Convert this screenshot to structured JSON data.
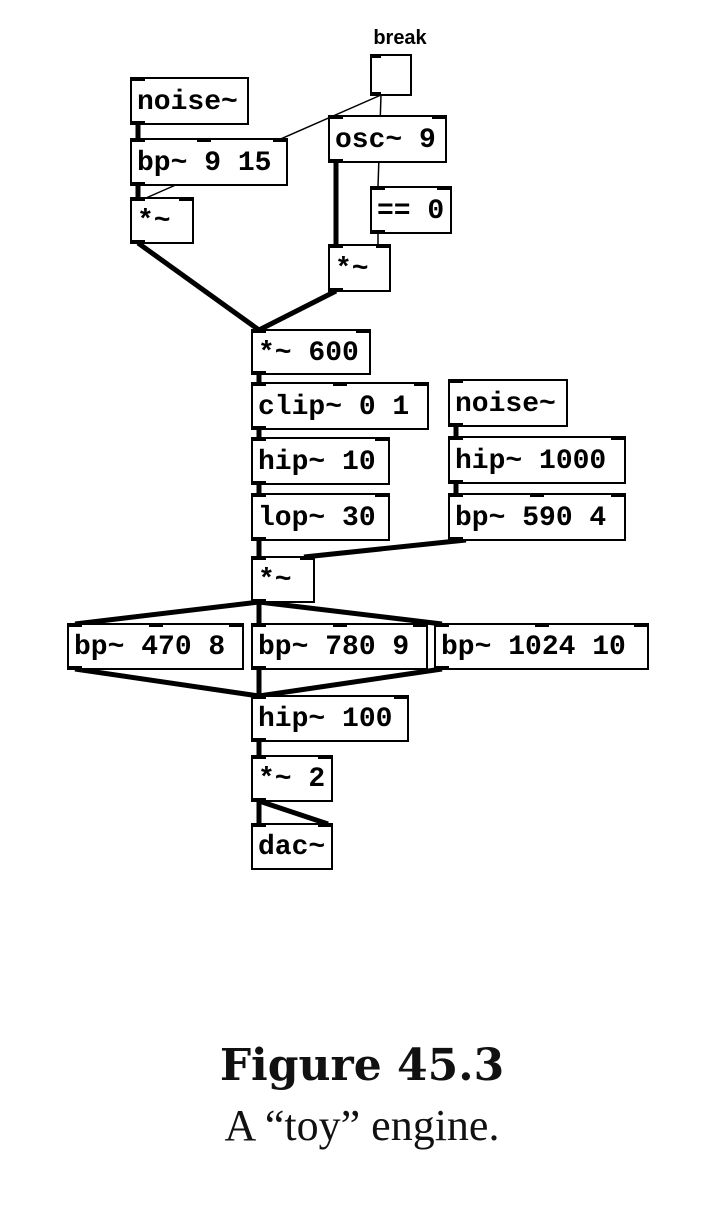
{
  "diagram": {
    "bang": {
      "label": "break"
    },
    "objects": [
      {
        "id": "noise1",
        "text": "noise~"
      },
      {
        "id": "bp1",
        "text": "bp~ 9 15"
      },
      {
        "id": "mul1",
        "text": "*~"
      },
      {
        "id": "osc",
        "text": "osc~ 9"
      },
      {
        "id": "eq0",
        "text": "== 0"
      },
      {
        "id": "mul2",
        "text": "*~"
      },
      {
        "id": "mul600",
        "text": "*~ 600"
      },
      {
        "id": "clip",
        "text": "clip~ 0 1"
      },
      {
        "id": "hip10",
        "text": "hip~ 10"
      },
      {
        "id": "lop30",
        "text": "lop~ 30"
      },
      {
        "id": "noise2",
        "text": "noise~"
      },
      {
        "id": "hip1000",
        "text": "hip~ 1000"
      },
      {
        "id": "bp590",
        "text": "bp~ 590 4"
      },
      {
        "id": "mul3",
        "text": "*~"
      },
      {
        "id": "bp470",
        "text": "bp~ 470 8"
      },
      {
        "id": "bp780",
        "text": "bp~ 780 9"
      },
      {
        "id": "bp1024",
        "text": "bp~ 1024 10"
      },
      {
        "id": "hip100",
        "text": "hip~ 100"
      },
      {
        "id": "mul2b",
        "text": "*~ 2"
      },
      {
        "id": "dac",
        "text": "dac~"
      }
    ],
    "connections": [
      {
        "from": "bang",
        "to": "mul1",
        "kind": "control"
      },
      {
        "from": "bang",
        "to": "eq0",
        "kind": "control"
      },
      {
        "from": "eq0",
        "to": "mul2",
        "kind": "control"
      },
      {
        "from": "noise1",
        "to": "bp1",
        "kind": "signal"
      },
      {
        "from": "bp1",
        "to": "mul1",
        "kind": "signal"
      },
      {
        "from": "osc",
        "to": "mul2",
        "kind": "signal"
      },
      {
        "from": "mul1",
        "to": "mul600",
        "kind": "signal"
      },
      {
        "from": "mul2",
        "to": "mul600",
        "kind": "signal"
      },
      {
        "from": "mul600",
        "to": "clip",
        "kind": "signal"
      },
      {
        "from": "clip",
        "to": "hip10",
        "kind": "signal"
      },
      {
        "from": "hip10",
        "to": "lop30",
        "kind": "signal"
      },
      {
        "from": "lop30",
        "to": "mul3",
        "kind": "signal"
      },
      {
        "from": "noise2",
        "to": "hip1000",
        "kind": "signal"
      },
      {
        "from": "hip1000",
        "to": "bp590",
        "kind": "signal"
      },
      {
        "from": "bp590",
        "to": "mul3",
        "kind": "signal"
      },
      {
        "from": "mul3",
        "to": "bp470",
        "kind": "signal"
      },
      {
        "from": "mul3",
        "to": "bp780",
        "kind": "signal"
      },
      {
        "from": "mul3",
        "to": "bp1024",
        "kind": "signal"
      },
      {
        "from": "bp470",
        "to": "hip100",
        "kind": "signal"
      },
      {
        "from": "bp780",
        "to": "hip100",
        "kind": "signal"
      },
      {
        "from": "bp1024",
        "to": "hip100",
        "kind": "signal"
      },
      {
        "from": "hip100",
        "to": "mul2b",
        "kind": "signal"
      },
      {
        "from": "mul2b",
        "to": "dac",
        "kind": "signal"
      },
      {
        "from": "mul2b",
        "to": "dac",
        "kind": "signal"
      }
    ]
  },
  "figure": {
    "title": "Figure 45.3",
    "caption": "A “toy” engine."
  }
}
